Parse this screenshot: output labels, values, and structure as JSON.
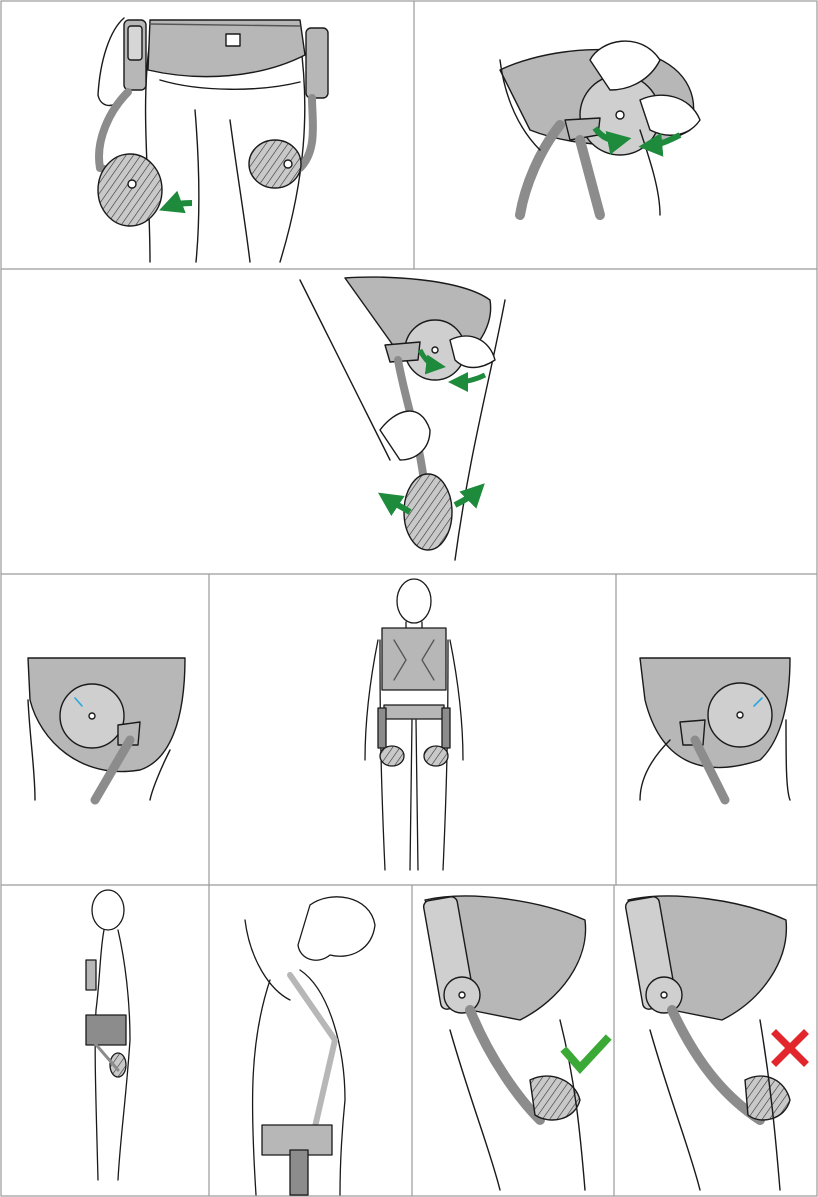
{
  "colors": {
    "background": "#ffffff",
    "grid_line": "#9a9a9a",
    "line_art": "#1a1a1a",
    "device_gray": "#b7b7b7",
    "device_dark": "#8c8c8c",
    "arrow_green": "#1e8a3c",
    "check_green": "#3aa935",
    "cross_red": "#e3262b",
    "scale_blue": "#2aa7df"
  },
  "panels": [
    {
      "id": "p1",
      "icon": "attach-thigh-pads-illustration"
    },
    {
      "id": "p2",
      "icon": "rotate-hip-joint-illustration"
    },
    {
      "id": "p3",
      "icon": "adjust-hip-joint-and-pad-illustration"
    },
    {
      "id": "p4",
      "icon": "hip-scale-left-illustration"
    },
    {
      "id": "p5",
      "icon": "full-body-front-view-illustration"
    },
    {
      "id": "p6",
      "icon": "hip-scale-right-illustration"
    },
    {
      "id": "p7",
      "icon": "side-view-standing-illustration"
    },
    {
      "id": "p8",
      "icon": "looking-up-illustration"
    },
    {
      "id": "p9",
      "icon": "correct-pad-position-illustration",
      "status_icon": "checkmark-icon"
    },
    {
      "id": "p10",
      "icon": "incorrect-pad-position-illustration",
      "status_icon": "cross-icon"
    }
  ]
}
